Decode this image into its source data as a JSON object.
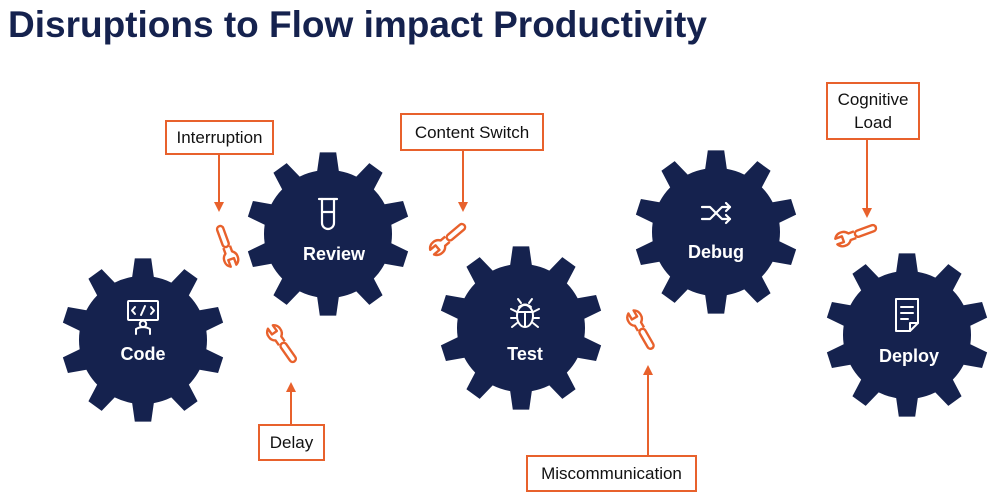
{
  "title": "Disruptions to Flow impact Productivity",
  "colors": {
    "title": "#15224e",
    "gear": "#15224e",
    "accent": "#e8612c",
    "gear_text": "#ffffff"
  },
  "gears": [
    {
      "id": "code",
      "label": "Code",
      "icon": "code-workstation-icon"
    },
    {
      "id": "review",
      "label": "Review",
      "icon": "test-tube-icon"
    },
    {
      "id": "test",
      "label": "Test",
      "icon": "bug-icon"
    },
    {
      "id": "debug",
      "label": "Debug",
      "icon": "shuffle-icon"
    },
    {
      "id": "deploy",
      "label": "Deploy",
      "icon": "document-icon"
    }
  ],
  "disruptions": [
    {
      "id": "interruption",
      "label": "Interruption",
      "icon": "wrench-icon"
    },
    {
      "id": "delay",
      "label": "Delay",
      "icon": "wrench-icon"
    },
    {
      "id": "content-switch",
      "label": "Content Switch",
      "icon": "wrench-icon"
    },
    {
      "id": "miscommunication",
      "label": "Miscommunication",
      "icon": "wrench-icon"
    },
    {
      "id": "cognitive-load",
      "label": "Cognitive\nLoad",
      "icon": "wrench-icon"
    }
  ]
}
